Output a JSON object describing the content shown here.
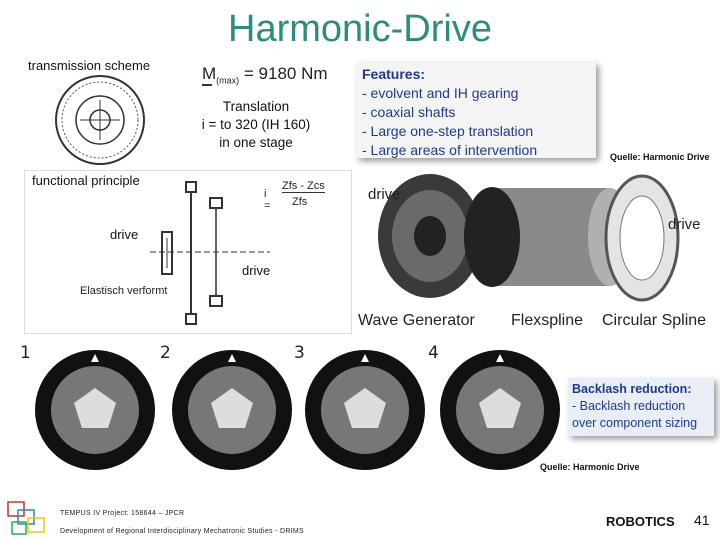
{
  "title": "Harmonic-Drive",
  "left": {
    "transmission_scheme": "transmission scheme",
    "torque": "M",
    "torque_sub": "(max)",
    "torque_value": "= 9180 Nm",
    "translation_lines": [
      "Translation",
      "i = to 320 (IH 160)",
      "in one stage"
    ],
    "functional_principle": "functional principle",
    "formula_i": "i =",
    "formula_num": "Zfs - Zcs",
    "formula_den": "Zfs",
    "drive_left": "drive",
    "drive_bottom": "drive",
    "elastic_label": "Elastisch verformt"
  },
  "features": {
    "heading": "Features:",
    "items": [
      "- evolvent and IH  gearing",
      "- coaxial shafts",
      "- Large one-step translation",
      "- Large areas of intervention"
    ]
  },
  "photo": {
    "source": "Quelle: Harmonic Drive",
    "drive_top": "drive",
    "drive_right": "drive",
    "components": [
      "Wave Generator",
      "Flexspline",
      "Circular Spline"
    ]
  },
  "steps": {
    "numbers": [
      "1",
      "2",
      "3",
      "4"
    ],
    "source": "Quelle: Harmonic Drive"
  },
  "backlash": {
    "heading": "Backlash reduction:",
    "lines": [
      "- Backlash reduction",
      "over component sizing"
    ]
  },
  "footer": {
    "project": "TEMPUS IV Project: 158644 – JPCR",
    "subtitle": "Development of Regional Interdisciplinary Mechatronic Studies - DRIMS",
    "brand": "ROBOTICS",
    "page": "41"
  },
  "colors": {
    "title": "#2e8b80",
    "text_blue": "#1f3a8a"
  }
}
